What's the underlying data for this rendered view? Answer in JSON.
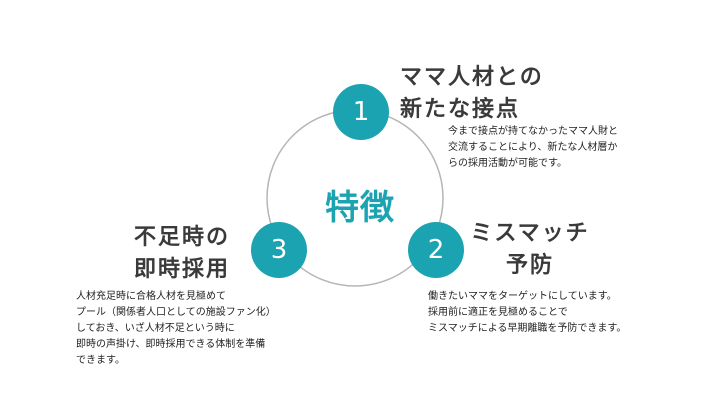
{
  "center": {
    "label": "特徴"
  },
  "colors": {
    "accent": "#1ca3b1",
    "ring": "#b5b5b5",
    "text": "#3a3a3a"
  },
  "features": [
    {
      "number": "1",
      "title_lines": [
        "ママ人材との",
        "新たな接点"
      ],
      "desc_lines": [
        "今まで接点が持てなかったママ人財と",
        "交流することにより、新たな人材層か",
        "らの採用活動が可能です。"
      ]
    },
    {
      "number": "2",
      "title_lines": [
        "ミスマッチ",
        "予防"
      ],
      "desc_lines": [
        "働きたいママをターゲットにしています。",
        "採用前に適正を見極めることで",
        "ミスマッチによる早期離職を予防できます。"
      ]
    },
    {
      "number": "3",
      "title_lines": [
        "不足時の",
        "即時採用"
      ],
      "desc_lines": [
        "人材充足時に合格人材を見極めて",
        "プール（関係者人口としての施設ファン化）",
        "しておき、いざ人材不足という時に",
        "即時の声掛け、即時採用できる体制を準備",
        "できます。"
      ]
    }
  ]
}
